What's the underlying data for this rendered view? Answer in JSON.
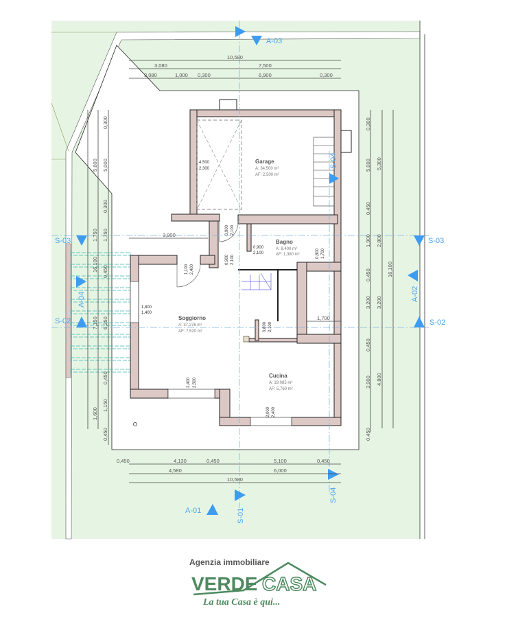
{
  "colors": {
    "site_green": "#e6f5e3",
    "wall": "#dcc8c5",
    "section_blue": "#3d9cf0",
    "brand_green": "#4e8a5f"
  },
  "rooms": [
    {
      "name": "Garage",
      "area": "A: 34,500 m²",
      "af": "AF: 2,500 m²"
    },
    {
      "name": "Bagno",
      "area": "A:  8,400 m²",
      "af": "AF: 1,380 m²"
    },
    {
      "name": "Soggiorno",
      "area": "A:  37,276 m²",
      "af": "AF:  7,520 m²"
    },
    {
      "name": "Cucina",
      "area": "A: 19,085 m²",
      "af": "AF: 5,760 m²"
    }
  ],
  "top_dims": {
    "row1": [
      "10,580"
    ],
    "row2": [
      "3,080",
      "7,500"
    ],
    "row3": [
      "3,080",
      "1,000",
      "0,300",
      "6,900",
      "0,300"
    ]
  },
  "bottom_dims": {
    "row1": [
      "0,450",
      "4,130",
      "0,450",
      "5,100",
      "0,450"
    ],
    "row2": [
      "4,580",
      "6,000"
    ],
    "row3": [
      "10,580"
    ]
  },
  "right_dims": {
    "col1": [
      "0,300",
      "5,000",
      "0,450",
      "1,900",
      "0,450",
      "3,200",
      "0,450",
      "3,900",
      "0,450"
    ],
    "col2": [
      "5,300",
      "2,800",
      "3,200",
      "4,800"
    ],
    "col3": [
      "16,100"
    ]
  },
  "left_dims": {
    "col1": [
      "5,600",
      "1,750",
      "16,100",
      "7,150",
      "1,600"
    ],
    "col2": [
      "0,300",
      "5,000",
      "0,300",
      "1,750",
      "0,450",
      "6,250",
      "0,450",
      "1,150",
      "0,450"
    ]
  },
  "inner_dims": [
    "3,900",
    "1,700"
  ],
  "openings": [
    {
      "w": "4,500",
      "h": "2,300"
    },
    {
      "w": "0,900",
      "h": "2,100"
    },
    {
      "w": "0,900",
      "h": "2,100"
    },
    {
      "w": "0,900",
      "h": "2,100"
    },
    {
      "w": "0,800",
      "h": "1,700"
    },
    {
      "w": "1,100",
      "h": "2,400"
    },
    {
      "w": "1,800",
      "h": "1,400"
    },
    {
      "w": "2,400",
      "h": "2,500"
    },
    {
      "w": "0,800",
      "h": "2,100"
    },
    {
      "w": "2,000",
      "h": "2,400"
    }
  ],
  "sections": {
    "a01": "A-01",
    "a02": "A-02",
    "a03": "A-03",
    "a04": "A-04",
    "s01": "S-01",
    "s02": "S-02",
    "s03": "S-03",
    "s04": "S-04"
  },
  "logo": {
    "agency": "Agenzia immobiliare",
    "word1": "VERDE",
    "word2": "CASA",
    "tagline": "La tua Casa è qui..."
  }
}
